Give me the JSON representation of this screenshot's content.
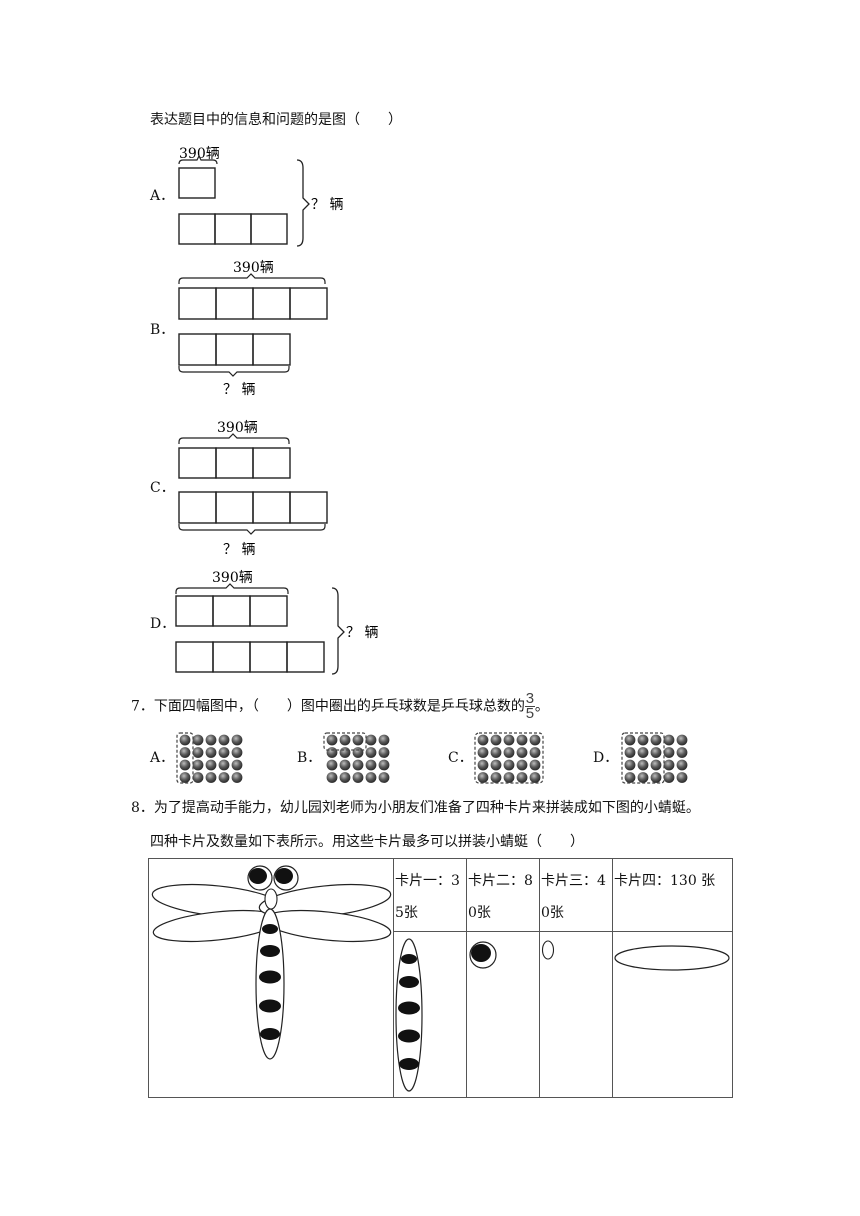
{
  "q6": {
    "stem_tail": "表达题目中的信息和问题的是图（　　）",
    "options": [
      {
        "letter": "A．",
        "top_label": "390辆",
        "question_label": "？ 辆"
      },
      {
        "letter": "B．",
        "top_label": "390辆",
        "question_label": "？ 辆"
      },
      {
        "letter": "C．",
        "top_label": "390辆",
        "question_label": "？ 辆"
      },
      {
        "letter": "D．",
        "top_label": "390辆",
        "question_label": "？ 辆"
      }
    ]
  },
  "q7": {
    "text_before": "7．下面四幅图中，（　　）图中圈出的乒乓球数是乒乓球总数的",
    "frac_num": "3",
    "frac_den": "5",
    "text_after": "。",
    "options": [
      "A．",
      "B．",
      "C．",
      "D．"
    ]
  },
  "q8": {
    "line1": "8．为了提高动手能力，幼儿园刘老师为小朋友们准备了四种卡片来拼装成如下图的小蜻蜓。",
    "line2": "四种卡片及数量如下表所示。用这些卡片最多可以拼装小蜻蜓（　　）",
    "cards": [
      {
        "label": "卡片一：35张"
      },
      {
        "label": "卡片二：80张"
      },
      {
        "label": "卡片三：40张"
      },
      {
        "label": "卡片四：130 张"
      }
    ]
  }
}
